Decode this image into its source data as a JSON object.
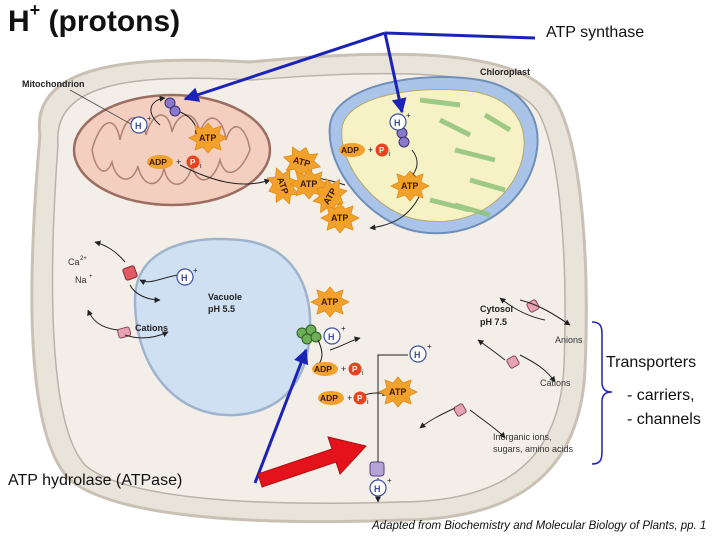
{
  "title": {
    "main": "H",
    "sup": "+",
    "rest": " (protons)"
  },
  "labels": {
    "atp_synthase": "ATP synthase",
    "atp_hydrolase": "ATP hydrolase (ATPase)",
    "transporters": "Transporters",
    "carriers": "- carriers,",
    "channels": "- channels"
  },
  "credit": {
    "prefix": "Adapted from ",
    "source": "Biochemistry and Molecular Biology of Plants",
    "suffix": ", pp. 1"
  },
  "figure": {
    "mitochondrion": "Mitochondrion",
    "chloroplast": "Chloroplast",
    "vacuole": "Vacuole",
    "vacuole_ph": "pH 5.5",
    "cytosol": "Cytosol",
    "cytosol_ph": "pH 7.5",
    "anions": "Anions",
    "cations": "Cations",
    "cations_vacuole": "Cations",
    "inorganic_1": "Inorganic ions,",
    "inorganic_2": "sugars, amino acids",
    "ca": "Ca",
    "ca_sup": "2+",
    "na": "Na",
    "na_sup": "+",
    "atp": "ATP",
    "adp": "ADP",
    "plus": "+",
    "pi": "P",
    "pi_sub": "i",
    "h": "H",
    "h_sup": "+"
  },
  "colors": {
    "blue_arrow": "#1b22b8",
    "red_arrow": "#e3121b",
    "atp_burst": "#f2a12a",
    "pi_circle": "#e8431e",
    "mito_fill": "#f4cfc0",
    "chloro_fill": "#f7f2c6",
    "vacuole_fill": "#cfe0f3",
    "cytosol_fill": "#f1ece4"
  }
}
